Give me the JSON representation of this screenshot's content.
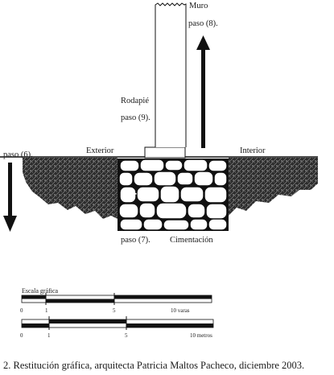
{
  "labels": {
    "muro": "Muro",
    "paso8": "paso (8).",
    "rodapie": "Rodapié",
    "paso9": "paso (9).",
    "exterior": "Exterior",
    "interior": "Interior",
    "paso6": "paso (6).",
    "paso7": "paso (7).",
    "cimentacion": "Cimentación"
  },
  "scale": {
    "title": "Escala gráfica",
    "varas_ticks": [
      "0",
      "1",
      "5",
      "10 varas"
    ],
    "metros_ticks": [
      "0",
      "1",
      "5",
      "10 metros"
    ]
  },
  "caption": "2. Restitución gráfica, arquitecta Patricia Maltos Pacheco, diciembre 2003."
}
